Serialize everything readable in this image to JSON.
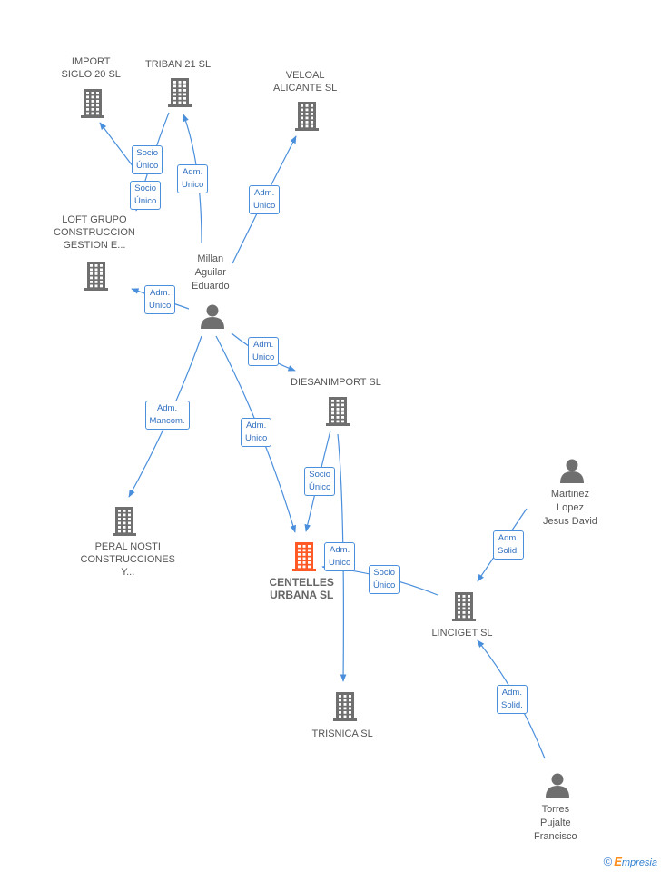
{
  "colors": {
    "edge": "#4a8fdc",
    "building": "#6f6f6f",
    "building_main": "#ff5a26",
    "person": "#6f6f6f"
  },
  "nodes": [
    {
      "id": "import",
      "type": "company",
      "label_lines": [
        "IMPORT",
        "SIGLO 20 SL"
      ]
    },
    {
      "id": "triban",
      "type": "company",
      "label_lines": [
        "TRIBAN 21 SL"
      ]
    },
    {
      "id": "veloal",
      "type": "company",
      "label_lines": [
        "VELOAL",
        "ALICANTE SL"
      ]
    },
    {
      "id": "loft",
      "type": "company",
      "label_lines": [
        "LOFT GRUPO",
        "CONSTRUCCION",
        "GESTION E..."
      ]
    },
    {
      "id": "diesan",
      "type": "company",
      "label_lines": [
        "DIESANIMPORT SL"
      ]
    },
    {
      "id": "peral",
      "type": "company",
      "label_lines": [
        "PERAL NOSTI",
        "CONSTRUCCIONES",
        "Y..."
      ]
    },
    {
      "id": "centelles",
      "type": "company",
      "main": true,
      "label_lines": [
        "CENTELLES",
        "URBANA SL"
      ]
    },
    {
      "id": "linciget",
      "type": "company",
      "label_lines": [
        "LINCIGET SL"
      ]
    },
    {
      "id": "trisnica",
      "type": "company",
      "label_lines": [
        "TRISNICA SL"
      ]
    },
    {
      "id": "millan",
      "type": "person",
      "label_lines": [
        "Millan",
        "Aguilar",
        "Eduardo"
      ]
    },
    {
      "id": "martinez",
      "type": "person",
      "label_lines": [
        "Martinez",
        "Lopez",
        "Jesus David"
      ]
    },
    {
      "id": "torres",
      "type": "person",
      "label_lines": [
        "Torres",
        "Pujalte",
        "Francisco"
      ]
    }
  ],
  "edges": [
    {
      "from": "millan",
      "to": "import",
      "label_lines": [
        "Socio",
        "Único"
      ]
    },
    {
      "from": "millan",
      "to": "triban",
      "label_lines": [
        "Adm.",
        "Unico"
      ]
    },
    {
      "from": "triban",
      "to": "loft",
      "label_lines": [
        "Socio",
        "Único"
      ]
    },
    {
      "from": "millan",
      "to": "veloal",
      "label_lines": [
        "Adm.",
        "Unico"
      ]
    },
    {
      "from": "millan",
      "to": "loft",
      "label_lines": [
        "Adm.",
        "Unico"
      ]
    },
    {
      "from": "millan",
      "to": "diesan",
      "label_lines": [
        "Adm.",
        "Unico"
      ]
    },
    {
      "from": "millan",
      "to": "peral",
      "label_lines": [
        "Adm.",
        "Mancom."
      ]
    },
    {
      "from": "millan",
      "to": "centelles",
      "label_lines": [
        "Adm.",
        "Unico"
      ]
    },
    {
      "from": "diesan",
      "to": "centelles",
      "label_lines": [
        "Socio",
        "Único"
      ]
    },
    {
      "from": "diesan",
      "to": "trisnica",
      "label_lines": [
        "Adm.",
        "Unico"
      ]
    },
    {
      "from": "linciget",
      "to": "centelles",
      "label_lines": [
        "Socio",
        "Único"
      ]
    },
    {
      "from": "martinez",
      "to": "linciget",
      "label_lines": [
        "Adm.",
        "Solid."
      ]
    },
    {
      "from": "torres",
      "to": "linciget",
      "label_lines": [
        "Adm.",
        "Solid."
      ]
    }
  ],
  "footer": {
    "copyright": "©",
    "brand_initial": "E",
    "brand_rest": "mpresia"
  }
}
